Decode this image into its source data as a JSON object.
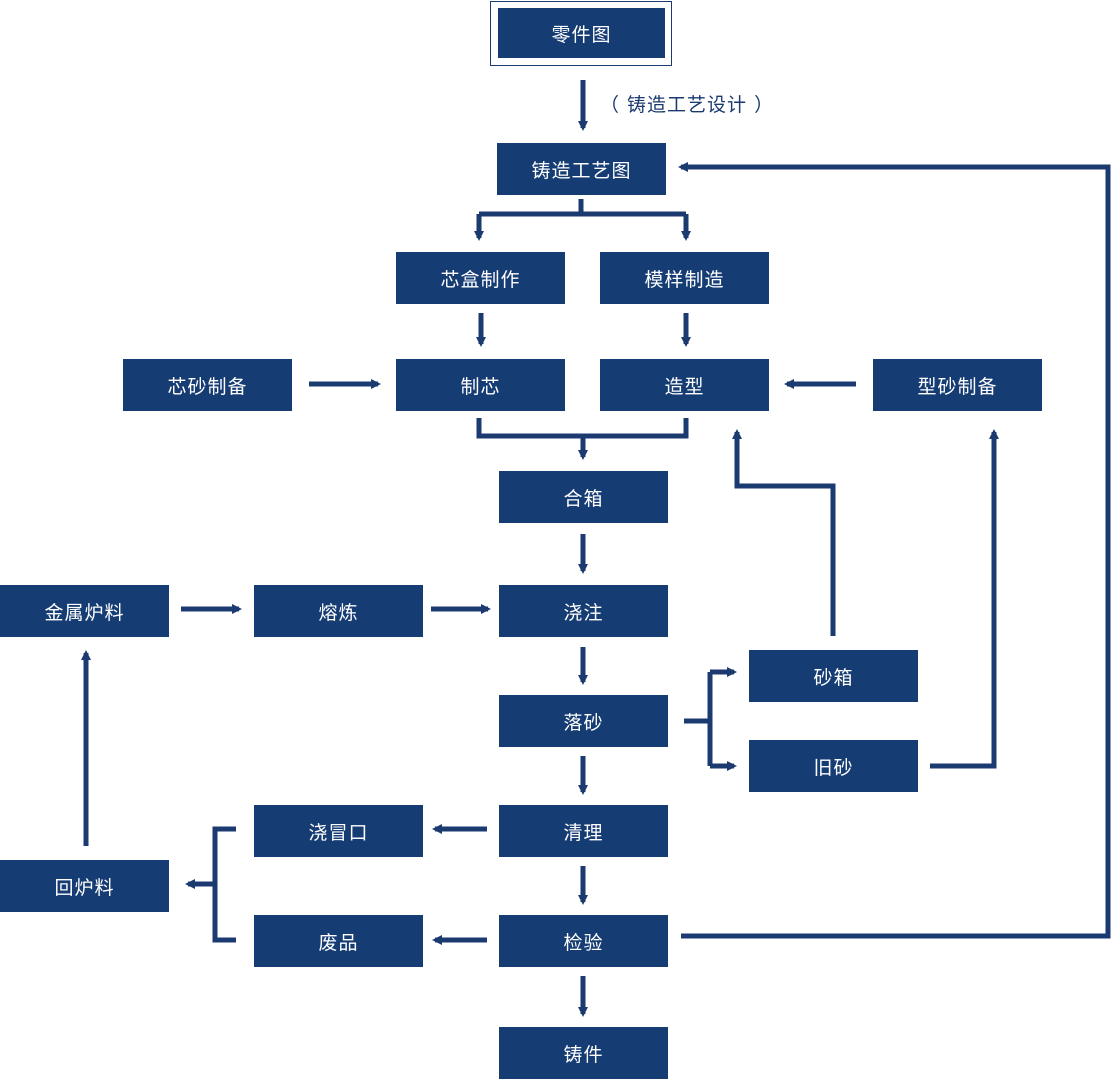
{
  "colors": {
    "node_fill": "#163c74",
    "line": "#1b3a70",
    "text": "#ffffff"
  },
  "edge_label": "（ 铸造工艺设计 ）",
  "nodes": {
    "part_drawing": "零件图",
    "casting_process_drawing": "铸造工艺图",
    "core_box_making": "芯盒制作",
    "pattern_making": "模样制造",
    "core_sand_prep": "芯砂制备",
    "core_making": "制芯",
    "molding": "造型",
    "mold_sand_prep": "型砂制备",
    "mold_closing": "合箱",
    "metal_charge": "金属炉料",
    "melting": "熔炼",
    "pouring": "浇注",
    "sand_flask": "砂箱",
    "shakeout": "落砂",
    "used_sand": "旧砂",
    "riser_removal": "浇冒口",
    "cleaning": "清理",
    "returns": "回炉料",
    "scrap": "废品",
    "inspection": "检验",
    "casting": "铸件"
  }
}
